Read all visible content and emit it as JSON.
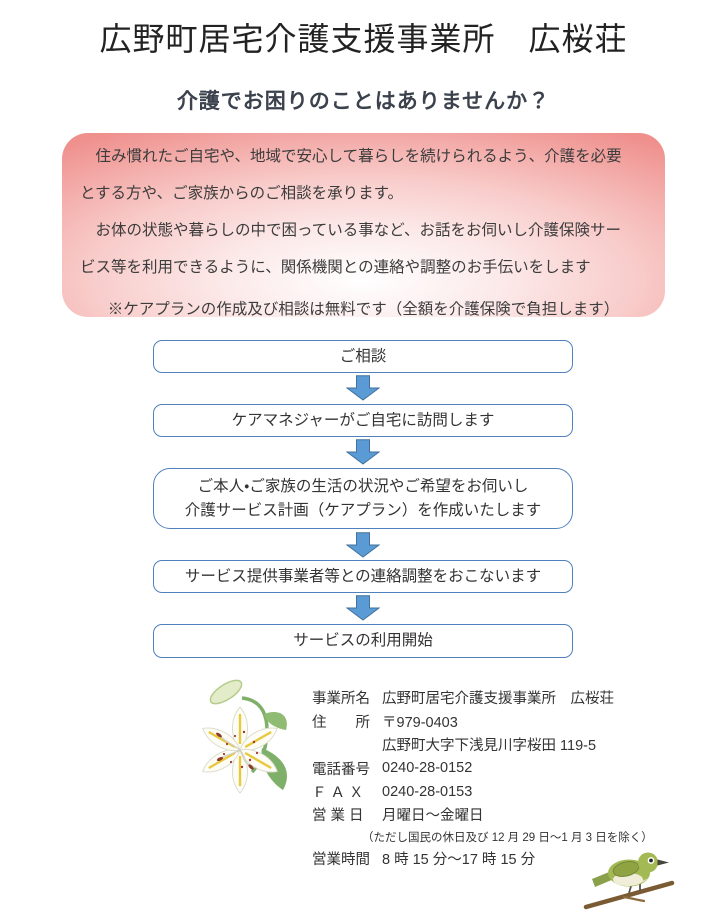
{
  "page": {
    "title": "広野町居宅介護支援事業所　広桜荘",
    "subtitle": "介護でお困りのことはありませんか？"
  },
  "intro_box": {
    "paragraph1": "　住み慣れたご自宅や、地域で安心して暮らしを続けられるよう、介護を必要\nとする方や、ご家族からのご相談を承ります。",
    "paragraph2": "　お体の状態や暮らしの中で困っている事など、お話をお伺いし介護保険サー\nビス等を利用できるように、関係機関との連絡や調整のお手伝いをします",
    "note": "※ケアプランの作成及び相談は無料です（全額を介護保険で負担します）"
  },
  "flow": {
    "steps": [
      {
        "label": "ご相談"
      },
      {
        "label": "ケアマネジャーがご自宅に訪問します"
      },
      {
        "label": "ご本人・ご家族の生活の状況やご希望をお伺いし\n介護サービス計画（ケアプラン）を作成いたします"
      },
      {
        "label": "サービス提供事業者等との連絡調整をおこないます"
      },
      {
        "label": "サービスの利用開始"
      }
    ]
  },
  "contact": {
    "rows": [
      {
        "label": "事業所名",
        "value": "広野町居宅介護支援事業所　広桜荘"
      },
      {
        "label": "住　　所",
        "value": "〒979-0403"
      },
      {
        "label": "",
        "value": "広野町大字下浅見川字桜田 119-5"
      },
      {
        "label": "電話番号",
        "value": "0240-28-0152"
      },
      {
        "label": "Ｆ Ａ Ｘ",
        "value": "0240-28-0153"
      },
      {
        "label": "営 業 日",
        "value": "月曜日～金曜日"
      },
      {
        "label": "",
        "value": "（ただし国民の休日及び 12 月 29 日～1 月 3 日を除く）"
      },
      {
        "label": "営業時間",
        "value": "8 時 15 分～17 時 15 分"
      }
    ]
  },
  "icons": {
    "flower": "white-lily-illustration",
    "bird": "japanese-white-eye-on-branch"
  },
  "colors": {
    "pink_edge": "#ef908d",
    "pink_center": "#ffffff",
    "flow_box_border": "#4f81bd",
    "arrow_fill": "#5b9bd5",
    "arrow_border": "#41719c",
    "title_text": "#222222",
    "subtitle_text": "#3b424d",
    "body_text": "#3c3c3c"
  }
}
